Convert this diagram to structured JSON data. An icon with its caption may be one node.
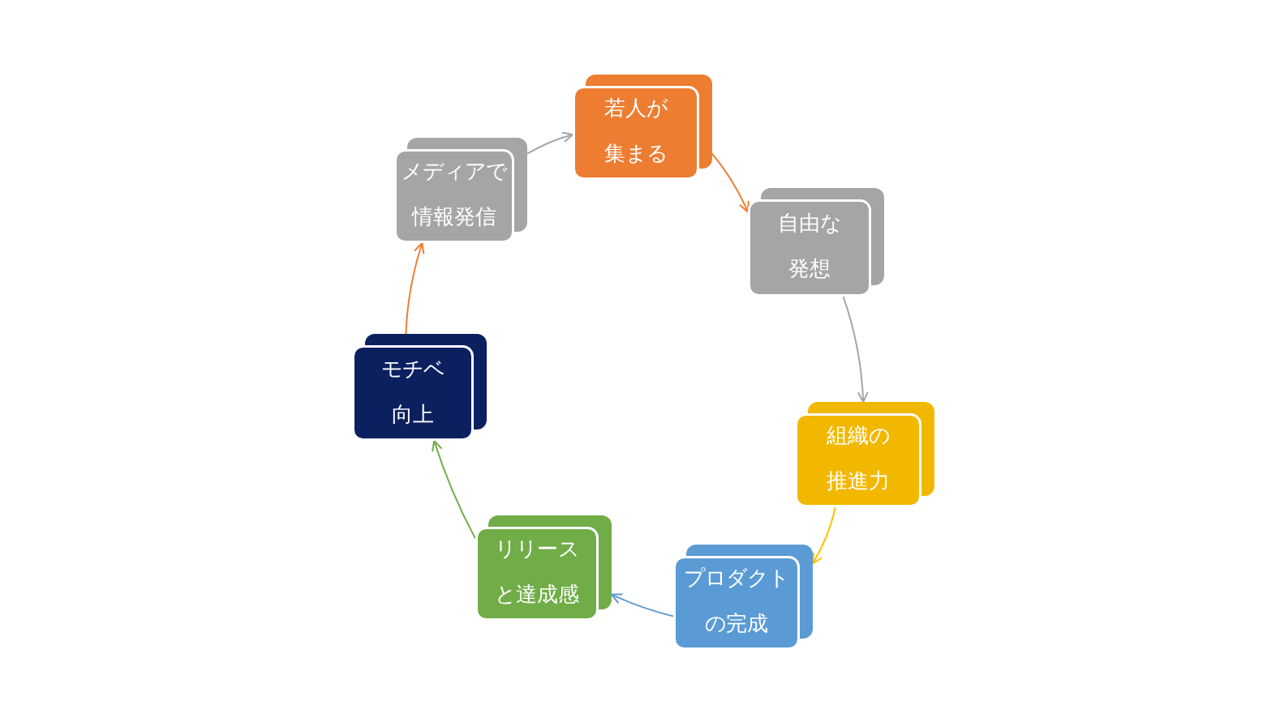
{
  "diagram": {
    "nodes": [
      {
        "text": [
          "若人が集まる"
        ]
      },
      {
        "text": [
          "自由な発想"
        ]
      },
      {
        "text": [
          "組織の推進力"
        ]
      },
      {
        "text": [
          "プロダクトの完成"
        ]
      },
      {
        "text": [
          "リリースと達成感"
        ]
      },
      {
        "text": [
          "モチベ向上"
        ]
      },
      {
        "text": [
          "メディアで情報発信"
        ]
      }
    ],
    "edges": [
      {
        "from": 0,
        "to": 1,
        "arrow": "to",
        "color": "#ed7d31"
      },
      {
        "from": 1,
        "to": 2,
        "arrow": "to",
        "color": "#a5a5a5"
      },
      {
        "from": 2,
        "to": 3,
        "arrow": "to",
        "color": "#ffc000"
      },
      {
        "from": 3,
        "to": 4,
        "arrow": "to",
        "color": "#5b9bd5"
      },
      {
        "from": 4,
        "to": 5,
        "arrow": "to",
        "color": "#70ad47"
      },
      {
        "from": 5,
        "to": 6,
        "arrow": "to",
        "color": "#ed7d31"
      },
      {
        "from": 6,
        "to": 0,
        "arrow": "to",
        "color": "#a5a5a5"
      }
    ]
  }
}
